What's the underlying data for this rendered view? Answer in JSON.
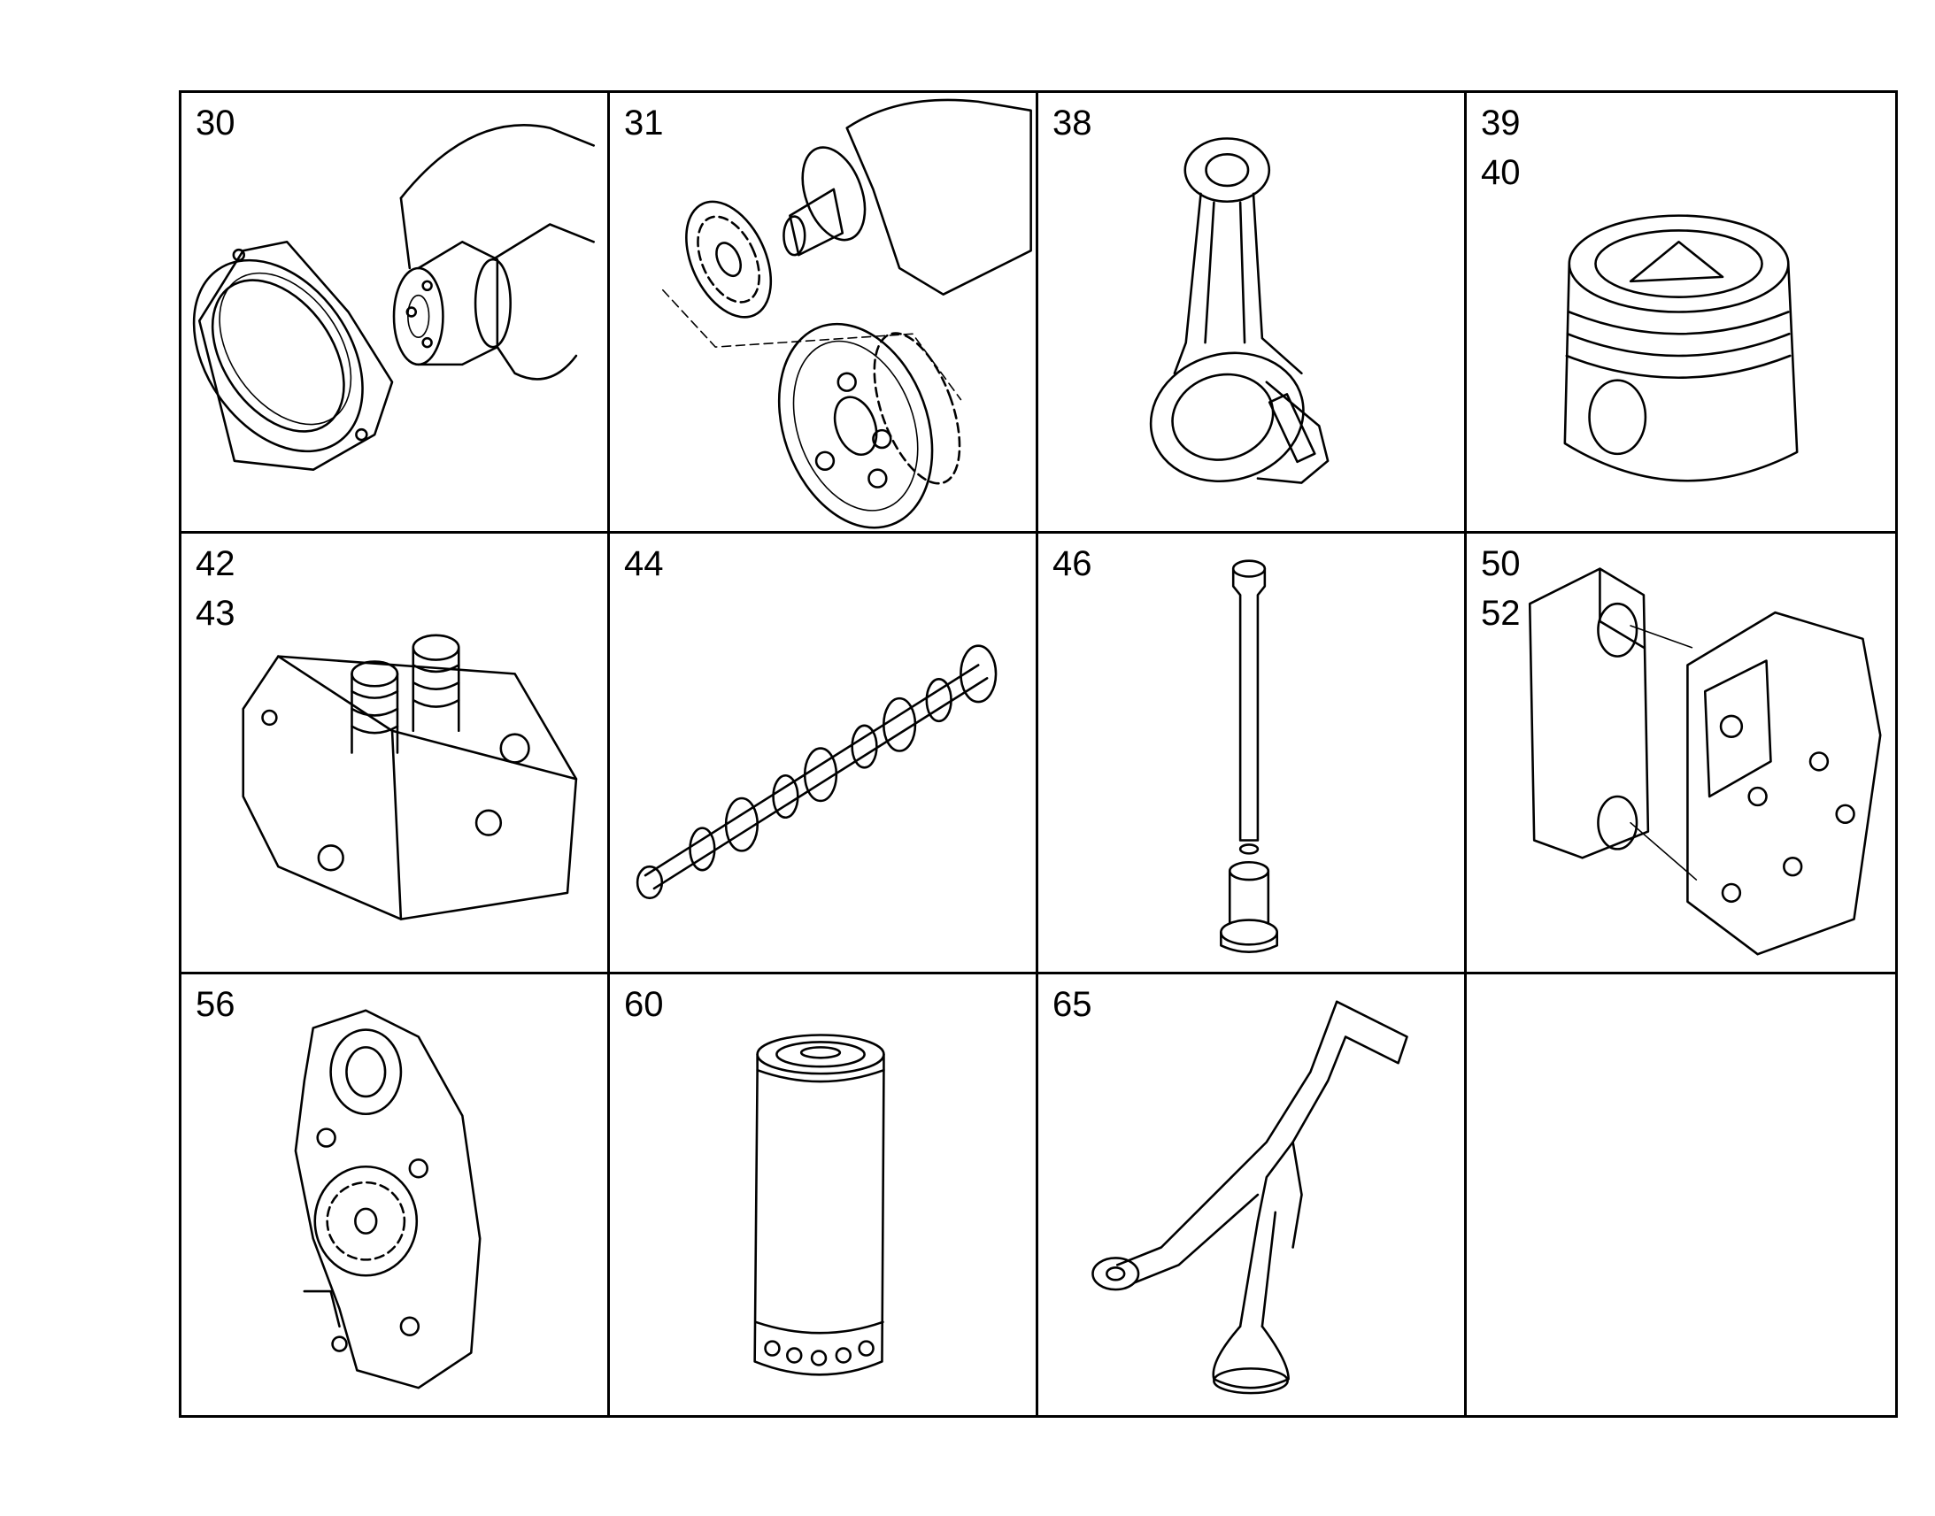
{
  "cells": [
    {
      "refs": [
        "30"
      ],
      "icon": "crankshaft-icon"
    },
    {
      "refs": [
        "31"
      ],
      "icon": "crankshaft-gear-icon"
    },
    {
      "refs": [
        "38"
      ],
      "icon": "connecting-rod-icon"
    },
    {
      "refs": [
        "39",
        "40"
      ],
      "icon": "piston-icon"
    },
    {
      "refs": [
        "42",
        "43"
      ],
      "icon": "cylinder-head-icon"
    },
    {
      "refs": [
        "44"
      ],
      "icon": "camshaft-icon"
    },
    {
      "refs": [
        "46"
      ],
      "icon": "push-rod-tappet-icon"
    },
    {
      "refs": [
        "50",
        "52"
      ],
      "icon": "oil-cooler-icon"
    },
    {
      "refs": [
        "56"
      ],
      "icon": "oil-pump-icon"
    },
    {
      "refs": [
        "60"
      ],
      "icon": "oil-filter-icon"
    },
    {
      "refs": [
        "65"
      ],
      "icon": "oil-suction-pipe-icon"
    },
    {
      "refs": [],
      "icon": ""
    }
  ]
}
